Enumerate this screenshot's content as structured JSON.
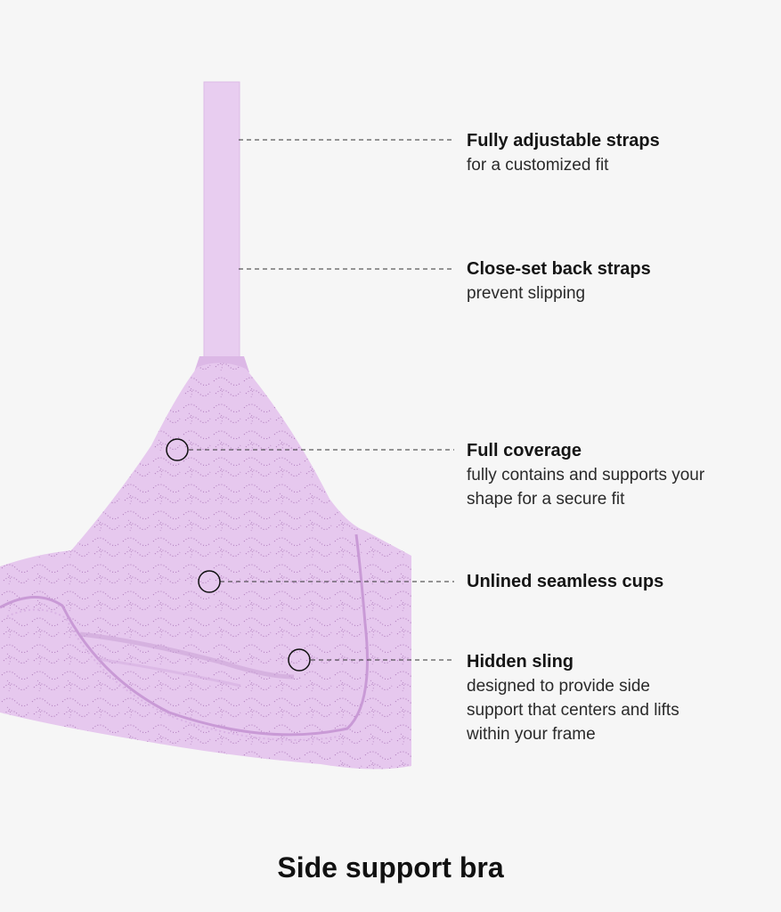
{
  "colors": {
    "background": "#f6f6f6",
    "fabric": "#e6c8ee",
    "fabric_shade": "#d9b3e4",
    "dots": "#a36bb0",
    "leader_line": "#333333"
  },
  "features": [
    {
      "title": "Fully adjustable straps",
      "desc": "for a customized fit"
    },
    {
      "title": "Close-set back straps",
      "desc": "prevent slipping"
    },
    {
      "title": "Full coverage",
      "desc": "fully contains and supports your shape for a secure fit"
    },
    {
      "title": "Unlined seamless cups",
      "desc": ""
    },
    {
      "title": "Hidden sling",
      "desc": "designed to provide side support that centers and lifts within your frame"
    }
  ],
  "caption": "Side support bra"
}
